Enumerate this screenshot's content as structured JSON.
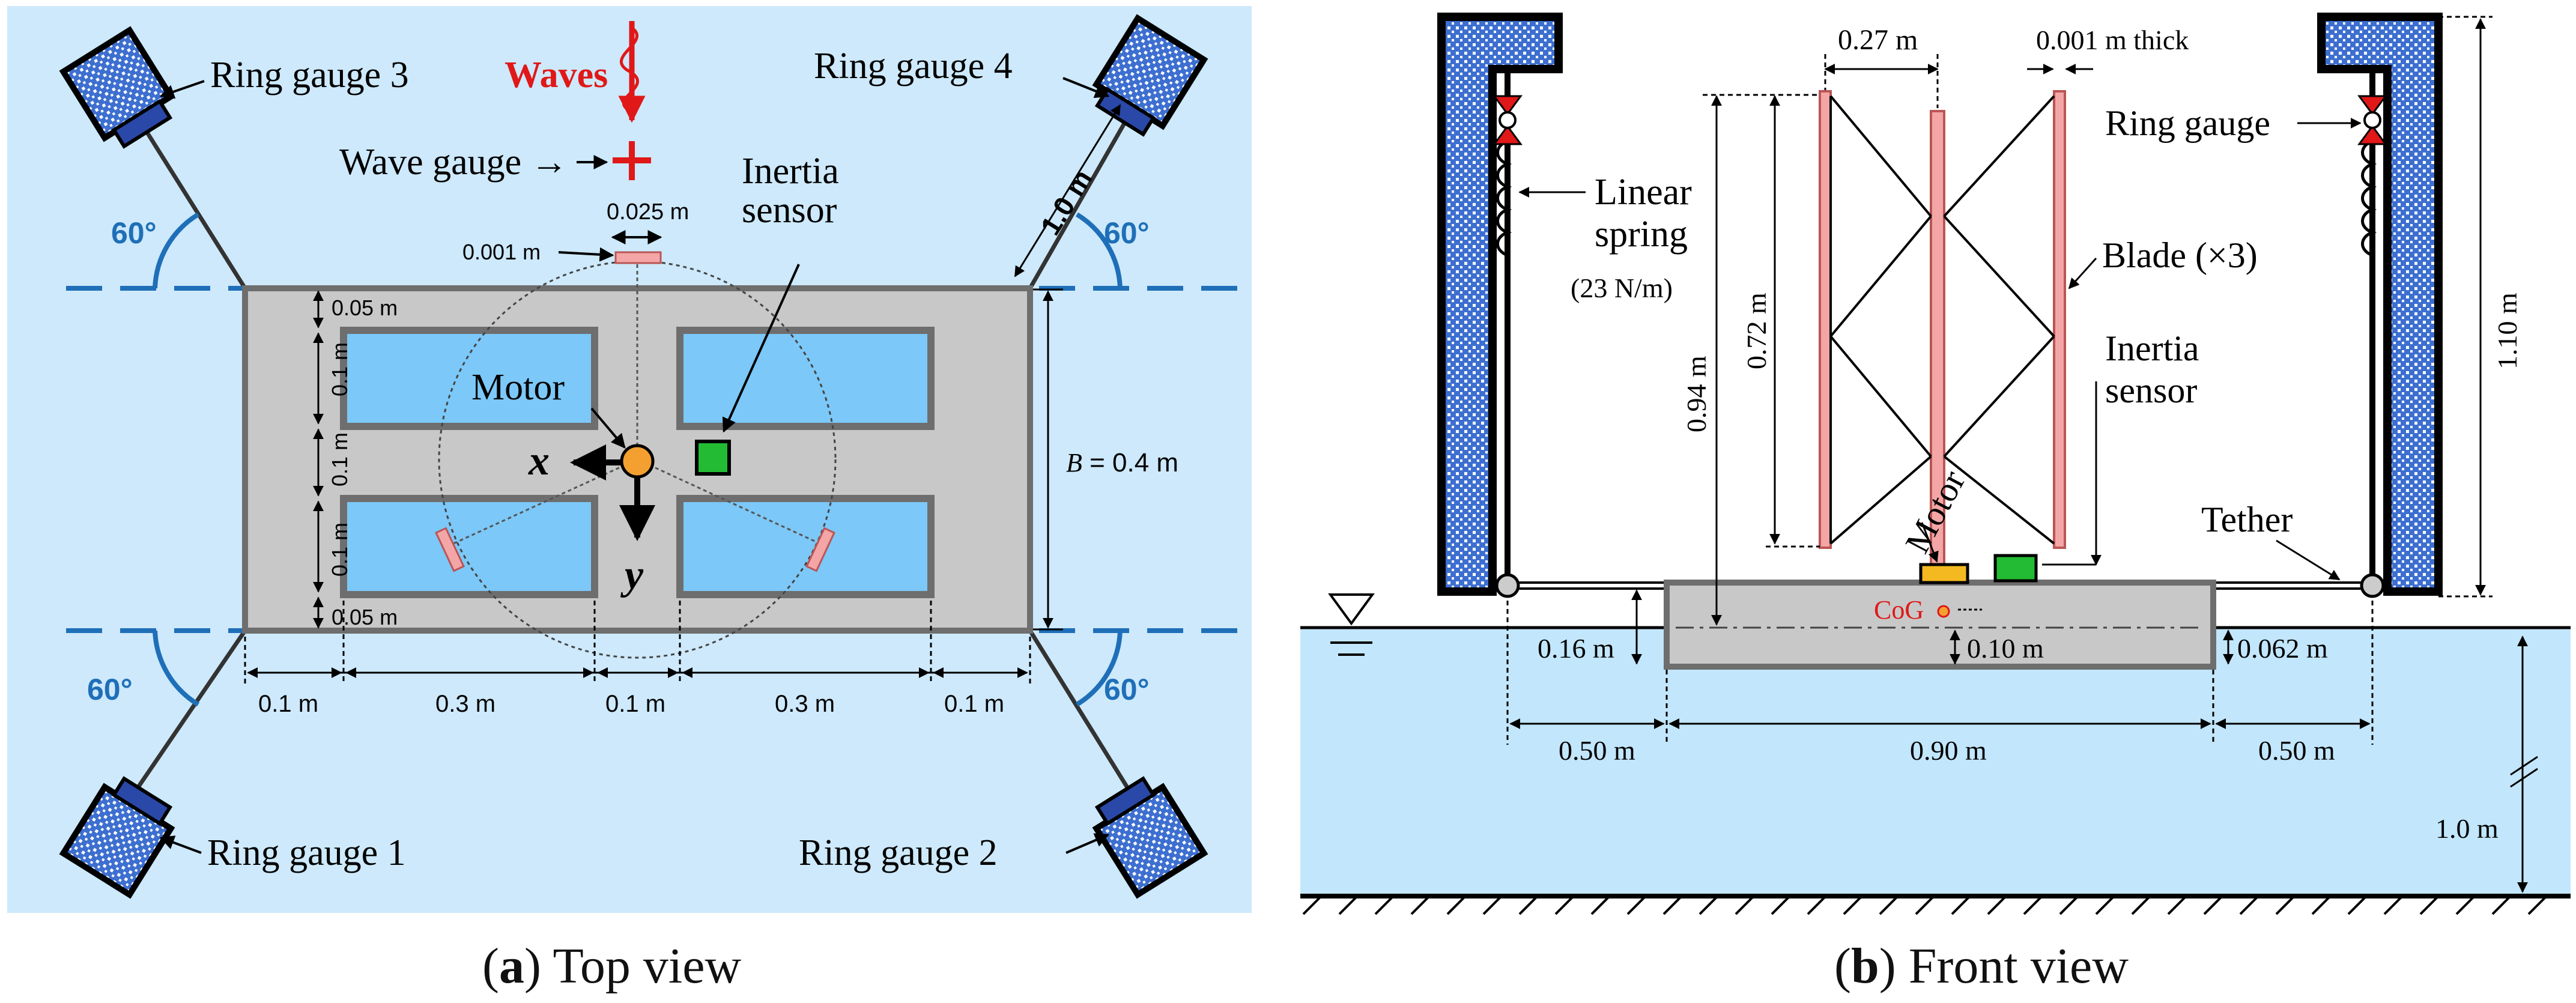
{
  "top_view": {
    "ring_gauge_3": "Ring gauge 3",
    "ring_gauge_4": "Ring gauge 4",
    "ring_gauge_1": "Ring gauge 1",
    "ring_gauge_2": "Ring gauge 2",
    "waves": "Waves",
    "wave_gauge": "Wave gauge →",
    "inertia_sensor_line1": "Inertia",
    "inertia_sensor_line2": "sensor",
    "motor": "Motor",
    "axis_x": "x",
    "axis_y": "y",
    "angle": "60°",
    "dim_blade_width": "0.025 m",
    "dim_blade_thick": "0.001 m",
    "dim_tether": "1.0 m",
    "dim_breadth_B": "B",
    "dim_breadth_value": " = 0.4 m",
    "dim_005": "0.05 m",
    "dim_01": "0.1 m",
    "dim_03": "0.3 m"
  },
  "front_view": {
    "dim_027": "0.27 m",
    "dim_thick": "0.001 m thick",
    "ring_gauge": "Ring gauge",
    "linear_spring_line1": "Linear",
    "linear_spring_line2": "spring",
    "spring_k": "(23 N/m)",
    "blade": "Blade (×3)",
    "inertia_line1": "Inertia",
    "inertia_line2": "sensor",
    "motor": "Motor",
    "tether": "Tether",
    "cog": "CoG",
    "dim_094": "0.94 m",
    "dim_072": "0.72 m",
    "dim_110": "1.10 m",
    "dim_016": "0.16 m",
    "dim_010": "0.10 m",
    "dim_0062": "0.062 m",
    "dim_050": "0.50 m",
    "dim_090": "0.90 m",
    "dim_10": "1.0 m"
  },
  "captions": {
    "a_letter": "a",
    "a_text": " Top view",
    "b_letter": "b",
    "b_text": " Front view"
  },
  "colors": {
    "panel_bg": "#cde9fb",
    "water": "#c2e6fb",
    "window": "#7cc8f8",
    "hull": "#c8c8c8",
    "hull_edge": "#6e6e6e",
    "accent_blue": "#1f6fb8",
    "blade": "#f4a6a6",
    "motor": "#f4a030",
    "sensor": "#22bb33",
    "red": "#e01818"
  }
}
